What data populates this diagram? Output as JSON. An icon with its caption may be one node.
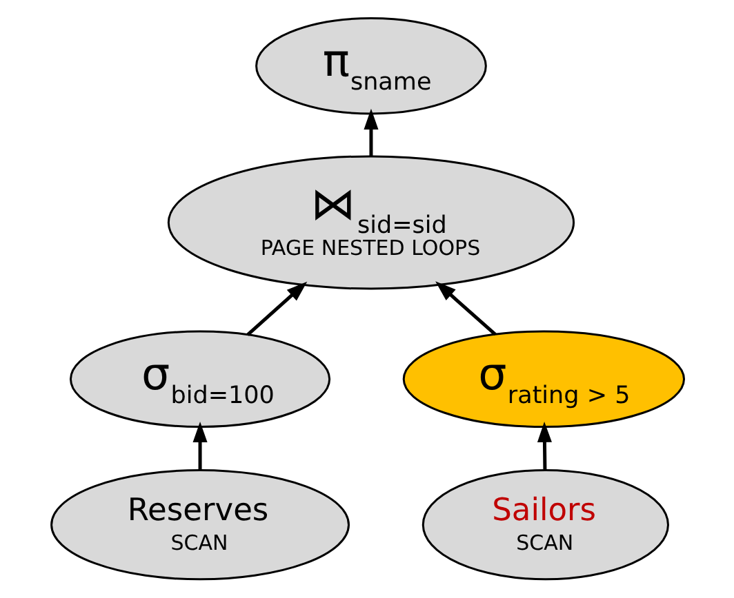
{
  "diagram": {
    "nodes": [
      {
        "text": [
          "π$_{sname}$"
        ]
      },
      {
        "text": [
          "⋈$_{sid=sid}$",
          "PAGE NESTED LOOPS"
        ]
      },
      {
        "text": [
          "σ$_{bid=100}$"
        ]
      },
      {
        "text": [
          "σ$_{rating > 5}$"
        ]
      },
      {
        "text": [
          "Reserves",
          "SCAN"
        ]
      },
      {
        "text": [
          "Sailors",
          "SCAN"
        ]
      }
    ],
    "edges": [
      {
        "from": 1,
        "to": 0,
        "arrow": "to"
      },
      {
        "from": 2,
        "to": 1,
        "arrow": "to"
      },
      {
        "from": 3,
        "to": 1,
        "arrow": "to"
      },
      {
        "from": 4,
        "to": 2,
        "arrow": "to"
      },
      {
        "from": 5,
        "to": 3,
        "arrow": "to"
      }
    ]
  }
}
